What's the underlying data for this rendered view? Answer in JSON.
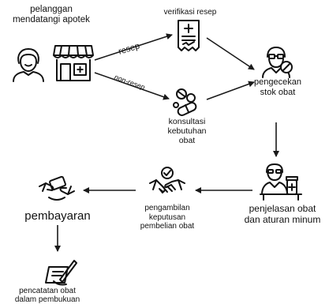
{
  "nodes": {
    "pelanggan": {
      "lines": [
        "pelanggan",
        "mendatangi apotek"
      ],
      "icons": [
        "customer-icon",
        "pharmacy-store-icon"
      ]
    },
    "verifikasi": {
      "lines": [
        "verifikasi resep"
      ],
      "icon": "prescription-icon"
    },
    "konsultasi": {
      "lines": [
        "konsultasi",
        "kebutuhan",
        "obat"
      ],
      "icon": "pills-icon"
    },
    "pengecekan": {
      "lines": [
        "pengecekan",
        "stok obat"
      ],
      "icon": "pharmacist-icon"
    },
    "penjelasan": {
      "lines": [
        "penjelasan obat",
        "dan aturan minum"
      ],
      "icon": "pharmacist-desk-icon"
    },
    "pengambilan": {
      "lines": [
        "pengambilan",
        "keputusan",
        "pembelian obat"
      ],
      "icon": "handshake-check-icon"
    },
    "pembayaran": {
      "lines": [
        "pembayaran"
      ],
      "icon": "payment-hands-icon"
    },
    "pencatatan": {
      "lines": [
        "pencatatan obat",
        "dalam pembukuan"
      ],
      "icon": "writing-book-icon"
    }
  },
  "edges": {
    "resep": "resep",
    "non_resep": "non-resep"
  },
  "colors": {
    "ink": "#111111",
    "line": "#1a1a1a"
  }
}
